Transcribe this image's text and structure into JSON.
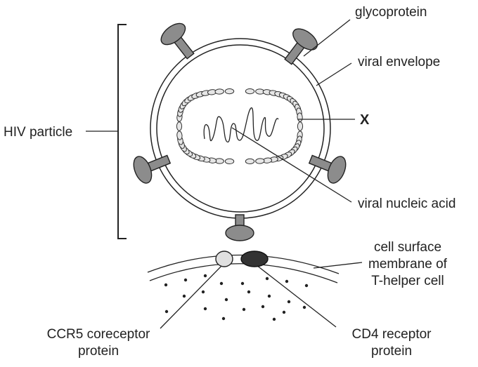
{
  "labels": {
    "glycoprotein": "glycoprotein",
    "viral_envelope": "viral envelope",
    "x_marker": "X",
    "hiv_particle": "HIV particle",
    "viral_nucleic_acid": "viral nucleic acid",
    "cell_membrane_line1": "cell surface",
    "cell_membrane_line2": "membrane of",
    "cell_membrane_line3": "T-helper cell",
    "ccr5_line1": "CCR5 coreceptor",
    "ccr5_line2": "protein",
    "cd4_line1": "CD4 receptor",
    "cd4_line2": "protein"
  },
  "colors": {
    "outline": "#222222",
    "glycoprotein_fill": "#8c8c8c",
    "capsid_bead_fill": "#e6e6e6",
    "ccr5_fill": "#e0e0e0",
    "cd4_fill": "#333333"
  }
}
